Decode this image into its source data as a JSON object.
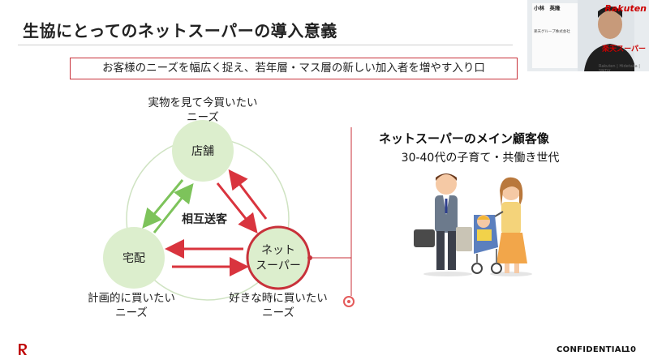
{
  "slide": {
    "title": "生協にとってのネットスーパーの導入意義",
    "banner": "お客様のニーズを幅広く捉え、若年層・マス層の新しい加入者を増やす入り口"
  },
  "diagram": {
    "nodes": {
      "store": "店舗",
      "delivery": "宅配",
      "netsuper_line1": "ネット",
      "netsuper_line2": "スーパー"
    },
    "center_label": "相互送客",
    "needs": {
      "store_line1": "実物を見て今買いたい",
      "store_line2": "ニーズ",
      "delivery_line1": "計画的に買いたい",
      "delivery_line2": "ニーズ",
      "netsuper_line1": "好きな時に買いたい",
      "netsuper_line2": "ニーズ"
    },
    "colors": {
      "red": "#d9343e",
      "green": "#7dc35b",
      "circle_fill": "#dceecd",
      "ring": "#cfe3c2"
    }
  },
  "persona": {
    "title": "ネットスーパーのメイン顧客像",
    "subtitle": "30-40代の子育て・共働き世代"
  },
  "footer": {
    "confidential": "CONFIDENTIAL",
    "page": "10"
  },
  "webcam": {
    "name": "小林　英隆",
    "brand": "Rakuten",
    "brand_sub": "楽天スーパー",
    "card_org": "楽天グループ株式会社",
    "tag": "Rakuten | Hidetaka | SMDX"
  }
}
